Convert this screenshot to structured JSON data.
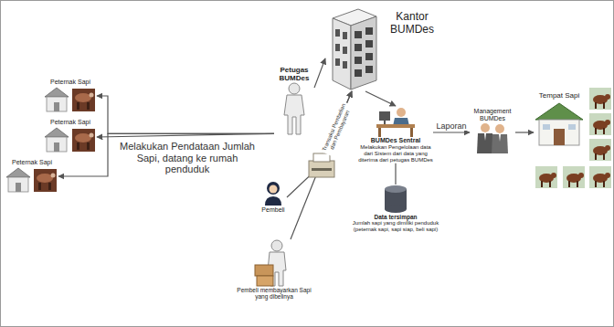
{
  "diagram": {
    "nodes": [
      {
        "text": [
          "Peternak Sapi"
        ]
      },
      {
        "text": [
          "Peternak Sapi"
        ]
      },
      {
        "text": [
          "Peternak Sapi"
        ]
      },
      {
        "text": [
          "Petugas BUMDes"
        ]
      },
      {
        "text": [
          "Kantor BUMDes"
        ]
      },
      {
        "text": [
          "Pembeli"
        ]
      },
      {
        "text": [
          "Pembeli membayarkan Sapi yang dibelinya"
        ]
      },
      {
        "text": [
          "BUMDes Sentral",
          "Melakukan Pengelolaan data dari Sistem dari data yang diterima dari petugas BUMDes"
        ]
      },
      {
        "text": [
          "Data tersimpan",
          "Jumlah sapi yang dimiliki penduduk (peternak sapi, sapi siap, beli sapi)"
        ]
      },
      {
        "text": [
          "Management BUMDes"
        ]
      },
      {
        "text": [
          "Tempat Sapi"
        ]
      }
    ],
    "edges": [
      {
        "from": 3,
        "to": 0,
        "arrow": "to"
      },
      {
        "from": 3,
        "to": 1,
        "arrow": "to",
        "label": "Melakukan Pendataan Jumlah Sapi, datang ke rumah penduduk"
      },
      {
        "from": 3,
        "to": 2,
        "arrow": "to"
      },
      {
        "from": 3,
        "to": 4,
        "arrow": "to"
      },
      {
        "from": 4,
        "to": 7,
        "arrow": "to"
      },
      {
        "from": 5,
        "to": 4,
        "arrow": "to",
        "label": "Transaksi Pembelian dan Pembayaran"
      },
      {
        "from": 6,
        "to": 4,
        "arrow": "to"
      },
      {
        "from": 7,
        "to": 9,
        "arrow": "to",
        "label": "Laporan"
      },
      {
        "from": 7,
        "to": 8,
        "arrow": "none"
      },
      {
        "from": 9,
        "to": 10,
        "arrow": "to"
      }
    ]
  }
}
